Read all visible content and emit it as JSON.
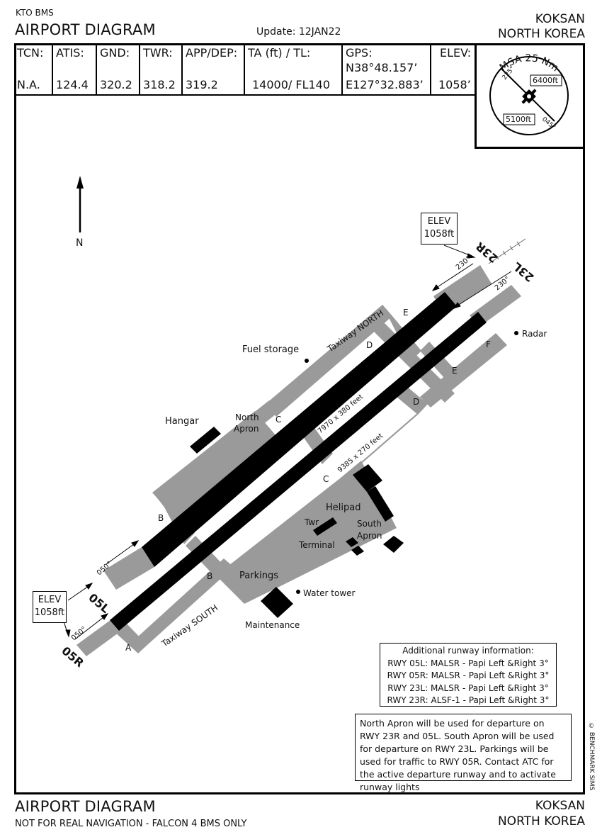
{
  "header": {
    "code": "KTO BMS",
    "title": "AIRPORT DIAGRAM",
    "update": "Update: 12JAN22",
    "city": "KOKSAN",
    "country": "NORTH KOREA"
  },
  "info": {
    "tcn": {
      "label": "TCN:",
      "value": "N.A."
    },
    "atis": {
      "label": "ATIS:",
      "value": "124.4"
    },
    "gnd": {
      "label": "GND:",
      "value": "320.2"
    },
    "twr": {
      "label": "TWR:",
      "value": "318.2"
    },
    "app": {
      "label": "APP/DEP:",
      "value": "319.2"
    },
    "ta": {
      "label": "TA (ft) / TL:",
      "value": "14000/ FL140"
    },
    "gps": {
      "label": "GPS:",
      "lat": "N38°48.157’",
      "lon": "E127°32.883’"
    },
    "elev": {
      "label": "ELEV:",
      "value": "1058’"
    }
  },
  "msa": {
    "title": "MSA 25 Nm",
    "brg1": "225°",
    "brg2": "045°",
    "alt_high": "6400ft",
    "alt_low": "5100ft"
  },
  "map": {
    "north": "N",
    "elev_label": "ELEV",
    "elev_value": "1058ft",
    "rwy_05L": "05L",
    "rwy_05R": "05R",
    "rwy_23R": "23R",
    "rwy_23L": "23L",
    "hdg_050a": "050°",
    "hdg_050b": "050°",
    "hdg_230a": "230°",
    "hdg_230b": "230°",
    "dim_north": "7970 x 380 feet",
    "dim_south": "9385 x 270 feet",
    "taxiway_north": "Taxiway NORTH",
    "taxiway_south": "Taxiway SOUTH",
    "fuel_storage": "Fuel storage",
    "radar": "Radar",
    "hangar": "Hangar",
    "north_apron_1": "North",
    "north_apron_2": "Apron",
    "helipad": "Helipad",
    "twr": "Twr",
    "terminal": "Terminal",
    "south_apron_1": "South",
    "south_apron_2": "Apron",
    "parkings": "Parkings",
    "water_tower": "Water tower",
    "maintenance": "Maintenance",
    "twy_A": "A",
    "twy_B1": "B",
    "twy_B2": "B",
    "twy_C1": "C",
    "twy_C2": "C",
    "twy_D1": "D",
    "twy_D2": "D",
    "twy_E1": "E",
    "twy_E2": "E",
    "twy_F": "F"
  },
  "additional": {
    "title": "Additional runway information:",
    "lines": [
      "RWY 05L: MALSR - Papi Left &Right 3°",
      "RWY 05R: MALSR - Papi Left &Right 3°",
      "RWY 23L: MALSR - Papi Left &Right 3°",
      "RWY 23R: ALSF-1 - Papi Left &Right 3°"
    ]
  },
  "note": "North Apron will be used for departure on RWY 23R and 05L. South Apron will be used for departure on RWY 23L. Parkings will be used for traffic to RWY 05R. Contact ATC for the active departure runway and to activate runway lights",
  "footer": {
    "title": "AIRPORT DIAGRAM",
    "disclaimer": "NOT FOR REAL NAVIGATION - FALCON 4 BMS ONLY",
    "city": "KOKSAN",
    "country": "NORTH KOREA",
    "copyright": "© BENCHMARK SIMS"
  }
}
